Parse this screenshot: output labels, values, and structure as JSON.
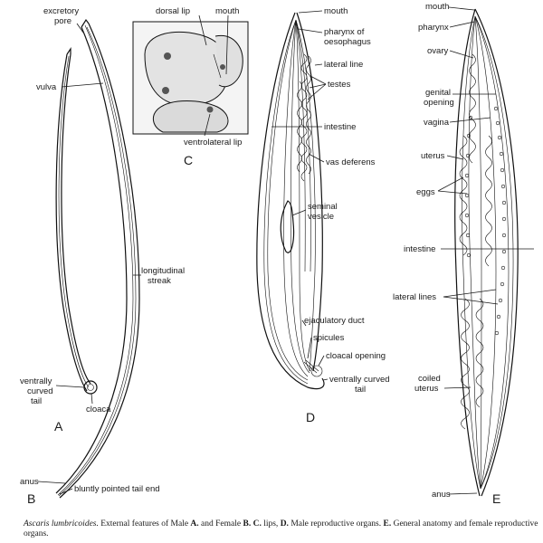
{
  "figure": {
    "panels": {
      "A": "A",
      "B": "B",
      "C": "C",
      "D": "D",
      "E": "E"
    },
    "labels_AB": {
      "excretory_pore": [
        "excretory",
        "pore"
      ],
      "vulva": "vulva",
      "longitudinal_streak": [
        "longitudinal",
        "streak"
      ],
      "ventrally_curved_tail": [
        "ventrally",
        "curved",
        "tail"
      ],
      "cloaca": "cloaca",
      "anus": "anus",
      "bluntly_pointed_tail_end": "bluntly pointed tail end"
    },
    "labels_C": {
      "dorsal_lip": "dorsal lip",
      "mouth": "mouth",
      "ventrolateral_lip": "ventrolateral lip"
    },
    "labels_D": {
      "mouth": "mouth",
      "pharynx_of_oesophagus": [
        "pharynx of",
        "oesophagus"
      ],
      "lateral_line": "lateral line",
      "testes": "testes",
      "intestine": "intestine",
      "vas_deferens": "vas deferens",
      "seminal_vesicle": [
        "seminal",
        "vesicle"
      ],
      "ejaculatory_duct": "ejaculatory duct",
      "spicules": "spicules",
      "cloacal_opening": "cloacal opening",
      "ventrally_curved_tail": [
        "ventrally curved",
        "tail"
      ]
    },
    "labels_E": {
      "mouth": "mouth",
      "pharynx": "pharynx",
      "ovary": "ovary",
      "genital_opening": [
        "genital",
        "opening"
      ],
      "vagina": "vagina",
      "uterus": "uterus",
      "eggs": "eggs",
      "intestine": "intestine",
      "lateral_lines": "lateral lines",
      "coiled_uterus": [
        "coiled",
        "uterus"
      ],
      "anus": "anus"
    }
  },
  "caption": {
    "species": "Ascaris lumbricoides.",
    "part1": " External features of Male ",
    "A": "A.",
    "part2": " and Female ",
    "B": "B.",
    "C": "C.",
    "part3": " lips, ",
    "D": "D.",
    "part4": " Male reproductive organs. ",
    "E": "E.",
    "part5": " General anatomy and female reproductive organs."
  }
}
